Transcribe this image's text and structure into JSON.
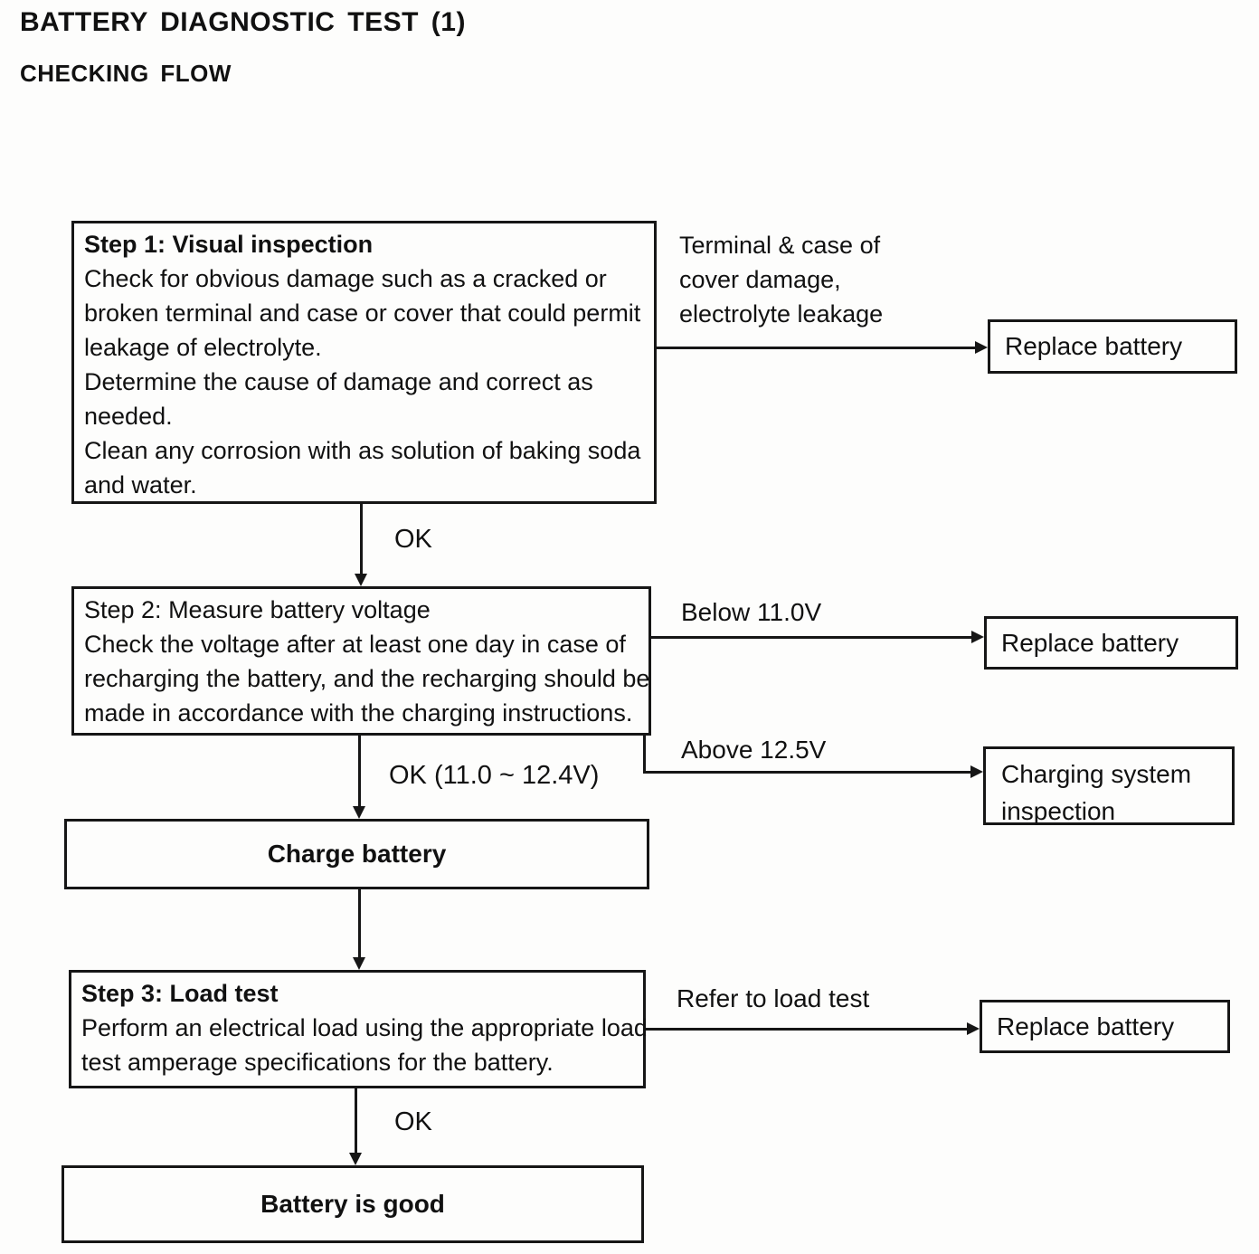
{
  "document": {
    "title": "BATTERY DIAGNOSTIC TEST (1)",
    "subtitle": "CHECKING FLOW"
  },
  "flow": {
    "step1": {
      "lines": [
        "Step 1: Visual inspection",
        "Check for obvious damage such as a cracked or",
        "broken terminal and case or cover that could permit",
        "leakage of electrolyte.",
        "Determine the cause of damage and correct as",
        "needed.",
        "Clean any corrosion with as solution of baking soda",
        "and water."
      ]
    },
    "step2": {
      "lines": [
        "Step 2: Measure battery voltage",
        "Check the voltage after at least one day in case of",
        "recharging the battery, and the recharging should be",
        "made in accordance with the charging instructions."
      ]
    },
    "step3": {
      "lines": [
        "Step 3: Load test",
        "Perform an electrical load using the appropriate load",
        "test amperage specifications for the battery."
      ]
    },
    "charge_battery": "Charge battery",
    "battery_good": "Battery is good",
    "replace_battery_1": "Replace battery",
    "replace_battery_2": "Replace battery",
    "replace_battery_3": "Replace battery",
    "charging_inspection": {
      "lines": [
        "Charging system",
        "inspection"
      ]
    },
    "branch_labels": {
      "terminal_damage": {
        "lines": [
          "Terminal & case of",
          "cover damage,",
          "electrolyte leakage"
        ]
      },
      "below_voltage": "Below 11.0V",
      "above_voltage": "Above 12.5V",
      "refer_load_test": "Refer to load test",
      "ok_step1": "OK",
      "ok_step2": "OK (11.0 ~ 12.4V)",
      "ok_step3": "OK"
    }
  }
}
